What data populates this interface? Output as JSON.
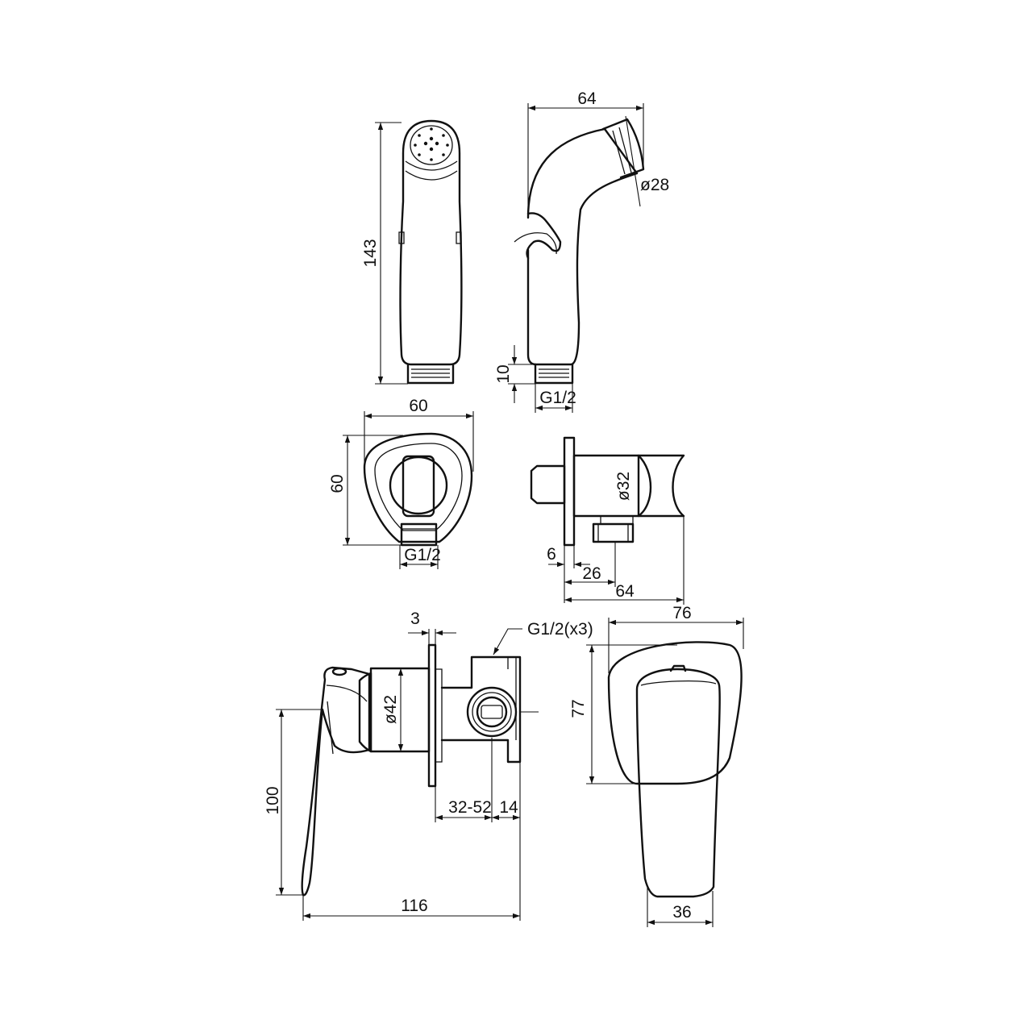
{
  "dimensions": {
    "spray_height": "143",
    "spray_width": "64",
    "spray_nozzle_diameter": "ø28",
    "spray_thread_length": "10",
    "spray_thread": "G1/2",
    "holder_width": "60",
    "holder_height": "60",
    "holder_thread": "G1/2",
    "holder_flange_diameter": "ø32",
    "holder_flange": "6",
    "holder_outlet_offset": "26",
    "holder_depth": "64",
    "mixer_plate_thickness": "3",
    "mixer_connections": "G1/2(x3)",
    "mixer_body_diameter": "ø42",
    "mixer_install_depth": "32-52",
    "mixer_body_depth": "14",
    "mixer_lever_height": "100",
    "mixer_total_depth": "116",
    "mixer_cover_width": "76",
    "mixer_cover_height": "77",
    "mixer_lever_width": "36"
  }
}
